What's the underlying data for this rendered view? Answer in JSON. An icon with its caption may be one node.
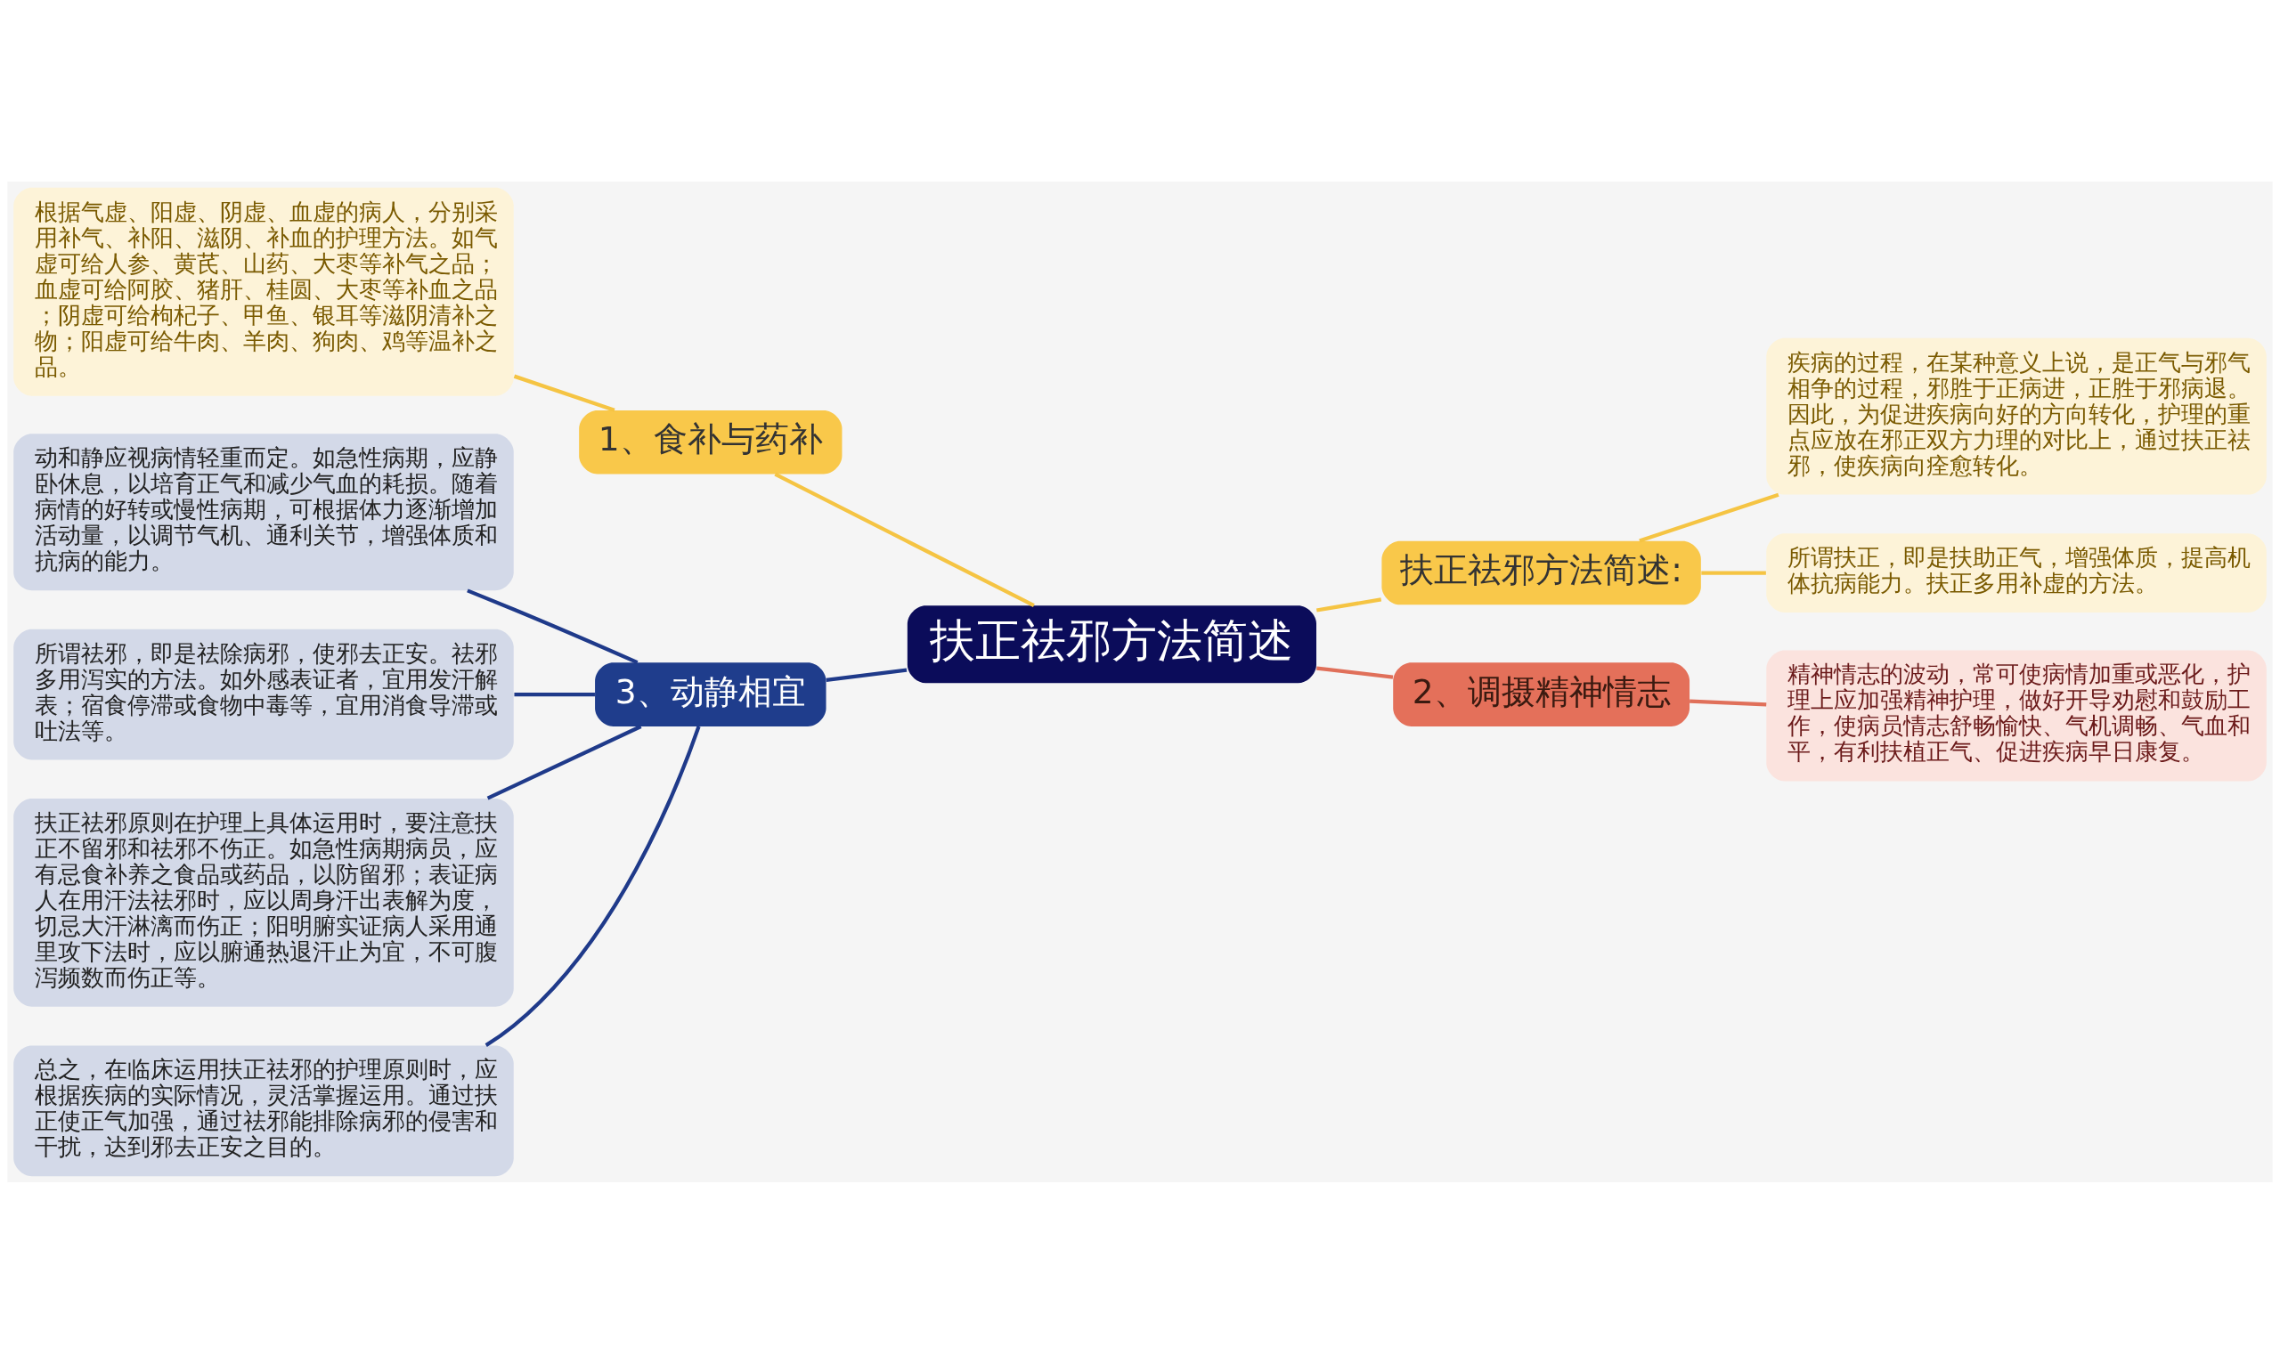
{
  "diagram": {
    "nodes": [
      {
        "text": [
          "扶正祛邪方法简述"
        ]
      },
      {
        "text": [
          "1、食补与药补"
        ]
      },
      {
        "text": [
          "根据气虚、阳虚、阴虚、血虚的病人，分别采用补气、补阳、滋阴、补血的护理方法。如气虚可给人参、黄芪、山药、大枣等补气之品；血虚可给阿胶、猪肝、桂圆、大枣等补血之品；阴虚可给枸杞子、甲鱼、银耳等滋阴清补之物；阳虚可给牛肉、羊肉、狗肉、鸡等温补之品。"
        ]
      },
      {
        "text": [
          "3、动静相宜"
        ]
      },
      {
        "text": [
          "动和静应视病情轻重而定。如急性病期，应静卧休息，以培育正气和减少气血的耗损。随着病情的好转或慢性病期，可根据体力逐渐增加活动量，以调节气机、通利关节，增强体质和抗病的能力。"
        ]
      },
      {
        "text": [
          "所谓祛邪，即是祛除病邪，使邪去正安。祛邪多用泻实的方法。如外感表证者，宜用发汗解表；宿食停滞或食物中毒等，宜用消食导滞或吐法等。"
        ]
      },
      {
        "text": [
          "扶正祛邪原则在护理上具体运用时，要注意扶正不留邪和祛邪不伤正。如急性病期病员，应有忌食补养之食品或药品，以防留邪；表证病人在用汗法祛邪时，应以周身汗出表解为度，切忌大汗淋漓而伤正；阳明腑实证病人采用通里攻下法时，应以腑通热退汗止为宜，不可腹泻频数而伤正等。"
        ]
      },
      {
        "text": [
          "总之，在临床运用扶正祛邪的护理原则时，应根据疾病的实际情况，灵活掌握运用。通过扶正使正气加强，通过祛邪能排除病邪的侵害和干扰，达到邪去正安之目的。"
        ]
      },
      {
        "text": [
          "扶正祛邪方法简述:"
        ]
      },
      {
        "text": [
          "疾病的过程，在某种意义上说，是正气与邪气相争的过程，邪胜于正病进，正胜于邪病退。因此，为促进疾病向好的方向转化，护理的重点应放在邪正双方力理的对比上，通过扶正祛邪，使疾病向痊愈转化。"
        ]
      },
      {
        "text": [
          "所谓扶正，即是扶助正气，增强体质，提高机体抗病能力。扶正多用补虚的方法。"
        ]
      },
      {
        "text": [
          "2、调摄精神情志"
        ]
      },
      {
        "text": [
          "精神情志的波动，常可使病情加重或恶化，护理上应加强精神护理，做好开导劝慰和鼓励工作，使病员情志舒畅愉快、气机调畅、气血和平，有利扶植正气、促进疾病早日康复。"
        ]
      }
    ],
    "edges": [
      {
        "from": 0,
        "to": 1,
        "arrow": "none",
        "color": "#f5c443"
      },
      {
        "from": 1,
        "to": 2,
        "arrow": "none",
        "color": "#f5c443"
      },
      {
        "from": 0,
        "to": 3,
        "arrow": "none",
        "color": "#1f3a8a"
      },
      {
        "from": 3,
        "to": 4,
        "arrow": "none",
        "color": "#1f3a8a"
      },
      {
        "from": 3,
        "to": 5,
        "arrow": "none",
        "color": "#1f3a8a"
      },
      {
        "from": 3,
        "to": 6,
        "arrow": "none",
        "color": "#1f3a8a"
      },
      {
        "from": 3,
        "to": 7,
        "arrow": "none",
        "color": "#1f3a8a"
      },
      {
        "from": 0,
        "to": 8,
        "arrow": "none",
        "color": "#f5c443"
      },
      {
        "from": 8,
        "to": 9,
        "arrow": "none",
        "color": "#f5c443"
      },
      {
        "from": 8,
        "to": 10,
        "arrow": "none",
        "color": "#f5c443"
      },
      {
        "from": 0,
        "to": 11,
        "arrow": "none",
        "color": "#e0705a"
      },
      {
        "from": 11,
        "to": 12,
        "arrow": "none",
        "color": "#e0705a"
      }
    ]
  }
}
